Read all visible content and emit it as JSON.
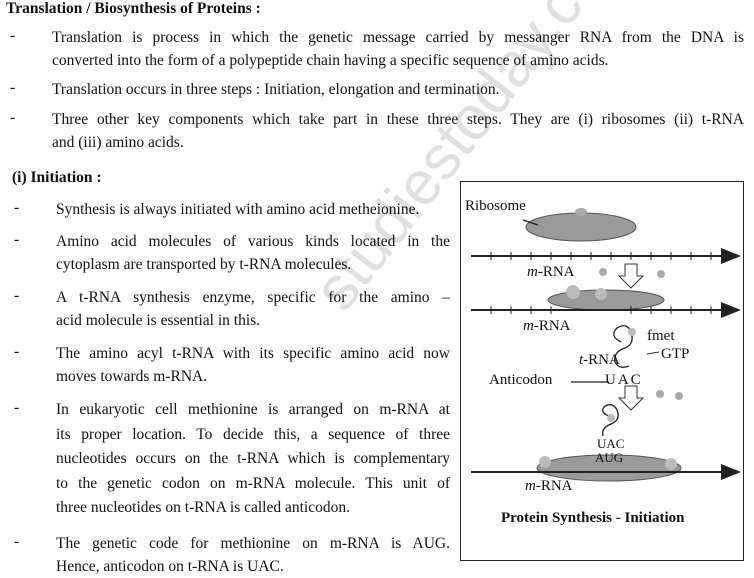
{
  "section_title": "Translation / Biosynthesis of  Proteins :",
  "intro_bullets": [
    {
      "dash": "-",
      "lines": [
        "Translation is process in which the genetic message carried by messanger RNA from the DNA is",
        "converted into the form of a polypeptide chain having a specific sequence of amino acids."
      ]
    },
    {
      "dash": "-",
      "lines": [
        "Translation occurs in three steps : Initiation, elongation and termination."
      ]
    },
    {
      "dash": "-",
      "lines": [
        "Three other key components which take part in these three steps. They are (i) ribosomes (ii) t-RNA",
        "and (iii) amino acids."
      ]
    }
  ],
  "subsection_title": "(i) Initiation :",
  "initiation_bullets": [
    {
      "dash": "-",
      "lines": [
        "Synthesis is always initiated with amino acid metheionine."
      ]
    },
    {
      "dash": "-",
      "lines": [
        "Amino acid molecules of various kinds located in the",
        "cytoplasm are transported by t-RNA molecules."
      ]
    },
    {
      "dash": "-",
      "lines": [
        "A t-RNA synthesis enzyme, specific for the amino –",
        "acid molecule is essential in this."
      ]
    },
    {
      "dash": "-",
      "lines": [
        "The amino acyl t-RNA with its specific amino acid now",
        "moves towards m-RNA."
      ]
    },
    {
      "dash": "-",
      "lines": [
        "In eukaryotic cell methionine is arranged on m-RNA at",
        "its proper location. To decide this, a sequence of three",
        "nucleotides occurs on the t-RNA which is complementary",
        "to the genetic codon on m-RNA molecule. This unit of",
        "three nucleotides on t-RNA is called anticodon."
      ]
    },
    {
      "dash": "-",
      "lines": [
        "The genetic code for methionine on m-RNA is AUG.",
        "Hence, anticodon on t-RNA is UAC."
      ]
    }
  ],
  "figure": {
    "ribosome": "Ribosome",
    "mrna_prefix": "m",
    "mrna_suffix": "-RNA",
    "trna_prefix": "t",
    "trna_suffix": "-RNA",
    "fmet": "fmet",
    "gtp": "GTP",
    "anticodon": "Anticodon",
    "uac": "UAC",
    "aug": "AUG",
    "caption": "Protein Synthesis - Initiation"
  },
  "watermark": "studiestoday.com",
  "colors": {
    "diagram_gray": "#9a9a9a",
    "line_dark": "#222222"
  }
}
